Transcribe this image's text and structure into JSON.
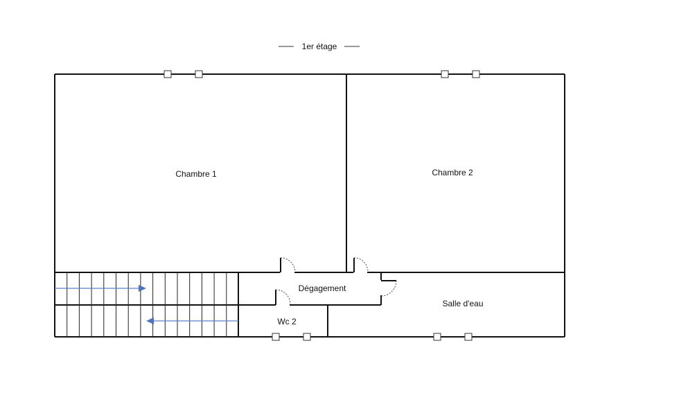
{
  "plan": {
    "floor_title": "1er étage",
    "rooms": {
      "chambre_1": "Chambre 1",
      "chambre_2": "Chambre 2",
      "degagement": "Dégagement",
      "wc_2": "Wc 2",
      "salle_eau": "Salle d'eau"
    },
    "colors": {
      "wall": "#111111",
      "stair_arrow": "#4e73c0",
      "background": "#ffffff"
    }
  }
}
